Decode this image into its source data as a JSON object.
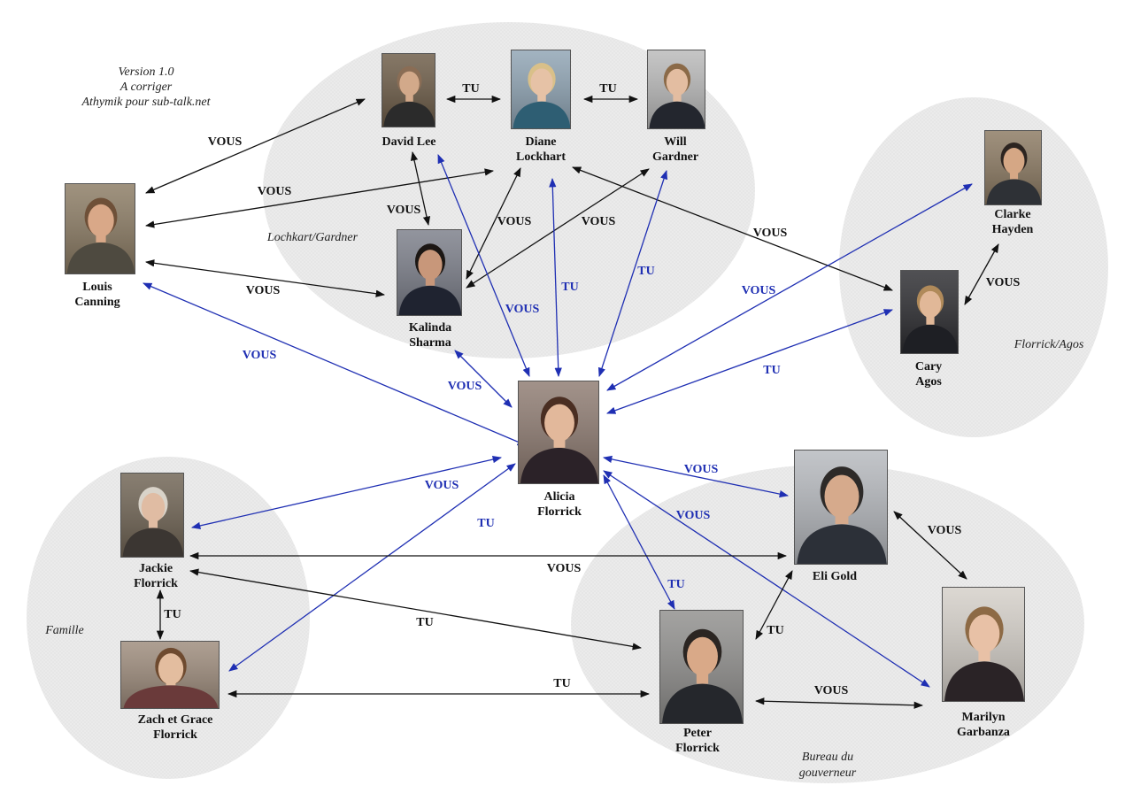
{
  "version_note": {
    "line1": "Version 1.0",
    "line2": "A corriger",
    "line3": "Athymik pour sub-talk.net"
  },
  "groups": [
    {
      "id": "lockhart",
      "label": "Lochkart/Gardner"
    },
    {
      "id": "florrick_agos",
      "label": "Florrick/Agos"
    },
    {
      "id": "famille",
      "label": "Famille"
    },
    {
      "id": "bureau",
      "label": "Bureau du gouverneur",
      "label_line1": "Bureau du",
      "label_line2": "gouverneur"
    }
  ],
  "characters": [
    {
      "id": "david",
      "line1": "David Lee",
      "line2": ""
    },
    {
      "id": "diane",
      "line1": "Diane",
      "line2": "Lockhart"
    },
    {
      "id": "will",
      "line1": "Will",
      "line2": "Gardner"
    },
    {
      "id": "louis",
      "line1": "Louis",
      "line2": "Canning"
    },
    {
      "id": "kalinda",
      "line1": "Kalinda",
      "line2": "Sharma"
    },
    {
      "id": "alicia",
      "line1": "Alicia",
      "line2": "Florrick"
    },
    {
      "id": "clarke",
      "line1": "Clarke",
      "line2": "Hayden"
    },
    {
      "id": "cary",
      "line1": "Cary",
      "line2": "Agos"
    },
    {
      "id": "jackie",
      "line1": "Jackie",
      "line2": "Florrick"
    },
    {
      "id": "zach",
      "line1": "Zach et Grace",
      "line2": "Florrick"
    },
    {
      "id": "eli",
      "line1": "Eli Gold",
      "line2": ""
    },
    {
      "id": "peter",
      "line1": "Peter",
      "line2": "Florrick"
    },
    {
      "id": "marilyn",
      "line1": "Marilyn",
      "line2": "Garbanza"
    }
  ],
  "relations": [
    {
      "from": "david",
      "to": "diane",
      "label": "TU",
      "color": "black"
    },
    {
      "from": "diane",
      "to": "will",
      "label": "TU",
      "color": "black"
    },
    {
      "from": "louis",
      "to": "david",
      "label": "VOUS",
      "color": "black"
    },
    {
      "from": "louis",
      "to": "diane",
      "label": "VOUS",
      "color": "black"
    },
    {
      "from": "louis",
      "to": "kalinda",
      "label": "VOUS",
      "color": "black"
    },
    {
      "from": "david",
      "to": "kalinda",
      "label": "VOUS",
      "color": "black"
    },
    {
      "from": "diane",
      "to": "kalinda",
      "label": "VOUS",
      "color": "black"
    },
    {
      "from": "will",
      "to": "kalinda",
      "label": "VOUS",
      "color": "black"
    },
    {
      "from": "diane",
      "to": "cary",
      "label": "VOUS",
      "color": "black"
    },
    {
      "from": "clarke",
      "to": "cary",
      "label": "VOUS",
      "color": "black"
    },
    {
      "from": "alicia",
      "to": "david",
      "label": "VOUS",
      "color": "blue"
    },
    {
      "from": "alicia",
      "to": "diane",
      "label": "TU",
      "color": "blue"
    },
    {
      "from": "alicia",
      "to": "will",
      "label": "TU",
      "color": "blue"
    },
    {
      "from": "alicia",
      "to": "louis",
      "label": "VOUS",
      "color": "blue"
    },
    {
      "from": "alicia",
      "to": "kalinda",
      "label": "VOUS",
      "color": "blue"
    },
    {
      "from": "alicia",
      "to": "clarke",
      "label": "VOUS",
      "color": "blue"
    },
    {
      "from": "alicia",
      "to": "cary",
      "label": "TU",
      "color": "blue"
    },
    {
      "from": "alicia",
      "to": "jackie",
      "label": "VOUS",
      "color": "blue"
    },
    {
      "from": "alicia",
      "to": "zach",
      "label": "TU",
      "color": "blue"
    },
    {
      "from": "alicia",
      "to": "eli",
      "label": "VOUS",
      "color": "blue"
    },
    {
      "from": "alicia",
      "to": "peter",
      "label": "TU",
      "color": "blue"
    },
    {
      "from": "alicia",
      "to": "marilyn",
      "label": "VOUS",
      "color": "blue"
    },
    {
      "from": "jackie",
      "to": "eli",
      "label": "VOUS",
      "color": "black"
    },
    {
      "from": "jackie",
      "to": "peter",
      "label": "TU",
      "color": "black"
    },
    {
      "from": "jackie",
      "to": "zach",
      "label": "TU",
      "color": "black"
    },
    {
      "from": "zach",
      "to": "peter",
      "label": "TU",
      "color": "black"
    },
    {
      "from": "peter",
      "to": "eli",
      "label": "TU",
      "color": "black"
    },
    {
      "from": "eli",
      "to": "marilyn",
      "label": "VOUS",
      "color": "black"
    },
    {
      "from": "peter",
      "to": "marilyn",
      "label": "VOUS",
      "color": "black"
    }
  ],
  "colors": {
    "black": "#111111",
    "blue": "#1f2fb3"
  }
}
